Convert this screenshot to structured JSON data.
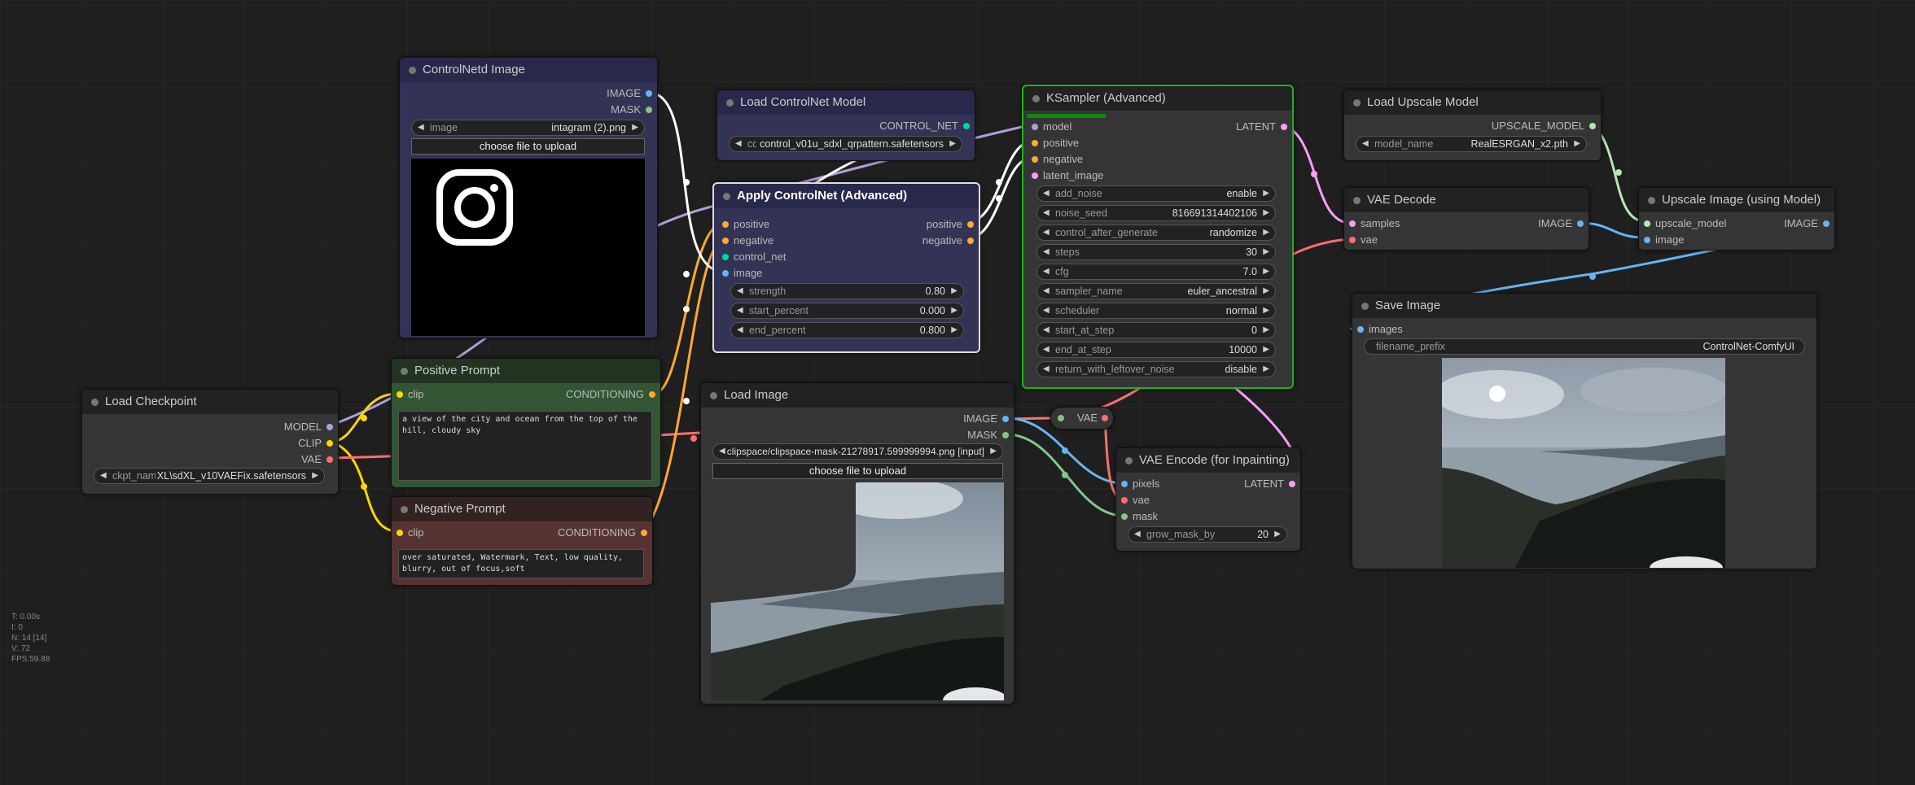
{
  "nodes": {
    "controlnet_image": {
      "title": "ControlNetd Image",
      "outputs": [
        "IMAGE",
        "MASK"
      ],
      "widget": {
        "name": "image",
        "value": "intagram (2).png"
      },
      "upload_label": "choose file to upload"
    },
    "load_controlnet": {
      "title": "Load ControlNet Model",
      "output": "CONTROL_NET",
      "widget": {
        "name": "control_net_name",
        "value": "control_v01u_sdxl_qrpattern.safetensors"
      }
    },
    "apply_controlnet": {
      "title": "Apply ControlNet (Advanced)",
      "inputs": [
        "positive",
        "negative",
        "control_net",
        "image"
      ],
      "outputs": [
        "positive",
        "negative"
      ],
      "widgets": [
        {
          "name": "strength",
          "value": "0.80"
        },
        {
          "name": "start_percent",
          "value": "0.000"
        },
        {
          "name": "end_percent",
          "value": "0.800"
        }
      ]
    },
    "ksampler": {
      "title": "KSampler (Advanced)",
      "inputs": [
        "model",
        "positive",
        "negative",
        "latent_image"
      ],
      "output": "LATENT",
      "progress": 0.3,
      "widgets": [
        {
          "name": "add_noise",
          "value": "enable"
        },
        {
          "name": "noise_seed",
          "value": "816691314402106"
        },
        {
          "name": "control_after_generate",
          "value": "randomize"
        },
        {
          "name": "steps",
          "value": "30"
        },
        {
          "name": "cfg",
          "value": "7.0"
        },
        {
          "name": "sampler_name",
          "value": "euler_ancestral"
        },
        {
          "name": "scheduler",
          "value": "normal"
        },
        {
          "name": "start_at_step",
          "value": "0"
        },
        {
          "name": "end_at_step",
          "value": "10000"
        },
        {
          "name": "return_with_leftover_noise",
          "value": "disable"
        }
      ]
    },
    "load_upscale": {
      "title": "Load Upscale Model",
      "output": "UPSCALE_MODEL",
      "widget": {
        "name": "model_name",
        "value": "RealESRGAN_x2.pth"
      }
    },
    "vae_decode": {
      "title": "VAE Decode",
      "inputs": [
        "samples",
        "vae"
      ],
      "output": "IMAGE"
    },
    "upscale_image": {
      "title": "Upscale Image (using Model)",
      "inputs": [
        "upscale_model",
        "image"
      ],
      "output": "IMAGE"
    },
    "save_image": {
      "title": "Save Image",
      "input": "images",
      "widget": {
        "name": "filename_prefix",
        "value": "ControlNet-ComfyUI"
      }
    },
    "load_checkpoint": {
      "title": "Load Checkpoint",
      "outputs": [
        "MODEL",
        "CLIP",
        "VAE"
      ],
      "widget": {
        "name": "ckpt_name",
        "value": "XL\\sdXL_v10VAEFix.safetensors"
      }
    },
    "positive_prompt": {
      "title": "Positive Prompt",
      "input": "clip",
      "output": "CONDITIONING",
      "text": "a view of the city and ocean from the top of the hill, cloudy sky"
    },
    "negative_prompt": {
      "title": "Negative Prompt",
      "input": "clip",
      "output": "CONDITIONING",
      "text": "over saturated, Watermark, Text, low quality, blurry, out of focus,soft"
    },
    "load_image": {
      "title": "Load Image",
      "outputs": [
        "IMAGE",
        "MASK"
      ],
      "widget": {
        "name": "image",
        "value": "clipspace/clipspace-mask-21278917.599999994.png [input]"
      },
      "upload_label": "choose file to upload"
    },
    "vae_reroute": {
      "label": "VAE"
    },
    "vae_encode": {
      "title": "VAE Encode (for Inpainting)",
      "inputs": [
        "pixels",
        "vae",
        "mask"
      ],
      "output": "LATENT",
      "widget": {
        "name": "grow_mask_by",
        "value": "20"
      }
    }
  },
  "stats": [
    "T: 0.00s",
    "I: 0",
    "N: 14 [14]",
    "V: 72",
    "FPS:59.88"
  ],
  "colors": {
    "model": "#b39ddb",
    "clip": "#ffd500",
    "vae": "#ff6e6e",
    "conditioning": "#ffa931",
    "latent": "#ff9cf9",
    "image": "#64b5f6",
    "mask": "#81c784",
    "control_net": "#00d6a3",
    "upscale_model": "#b5e7b5"
  }
}
